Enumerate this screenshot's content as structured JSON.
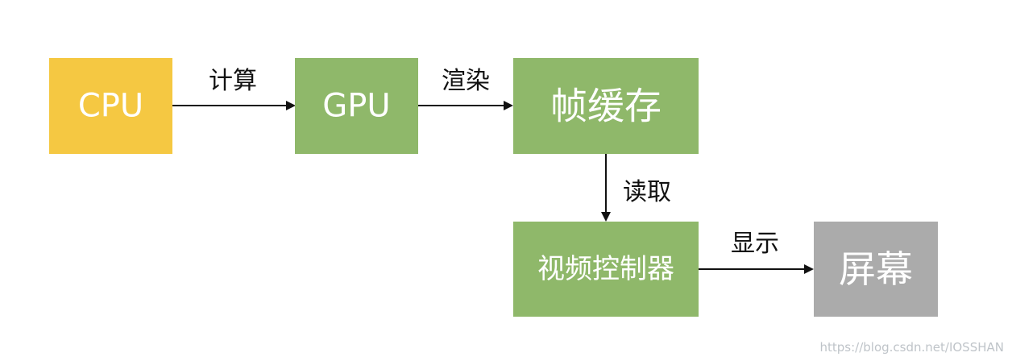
{
  "nodes": {
    "cpu": {
      "label": "CPU",
      "color": "#f5c842"
    },
    "gpu": {
      "label": "GPU",
      "color": "#8fb86a"
    },
    "frame_buffer": {
      "label": "帧缓存",
      "color": "#8fb86a"
    },
    "video_controller": {
      "label": "视频控制器",
      "color": "#8fb86a"
    },
    "screen": {
      "label": "屏幕",
      "color": "#ababab"
    }
  },
  "edges": {
    "cpu_to_gpu": {
      "label": "计算"
    },
    "gpu_to_frame_buffer": {
      "label": "渲染"
    },
    "frame_buffer_to_video_controller": {
      "label": "读取"
    },
    "video_controller_to_screen": {
      "label": "显示"
    }
  },
  "watermark": "https://blog.csdn.net/IOSSHAN"
}
